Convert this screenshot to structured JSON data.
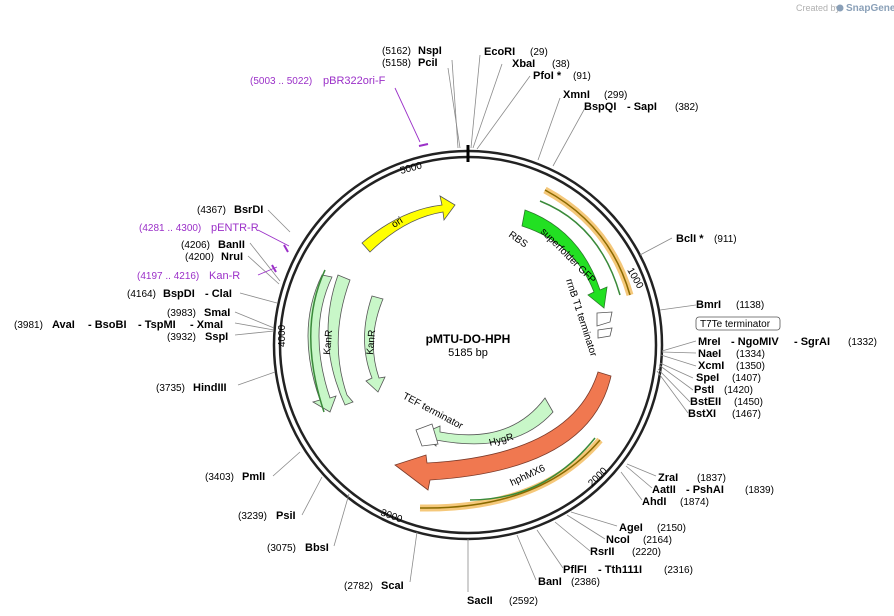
{
  "header": {
    "credit": "Created by",
    "brand": "SnapGene"
  },
  "plasmid": {
    "name": "pMTU-DO-HPH",
    "length": "5185 bp"
  },
  "ticks": [
    "1000",
    "2000",
    "3000",
    "4000",
    "5000"
  ],
  "sites": [
    {
      "pos": "(5162)",
      "enz": "NspI"
    },
    {
      "pos": "(5158)",
      "enz": "PciI"
    },
    {
      "pos": "(29)",
      "enz": "EcoRI"
    },
    {
      "pos": "(38)",
      "enz": "XbaI"
    },
    {
      "pos": "(91)",
      "enz": "PfoI *"
    },
    {
      "pos": "(299)",
      "enz": "XmnI"
    },
    {
      "pos": "(382)",
      "enz": "BspQI",
      "enz2": "- SapI"
    },
    {
      "pos": "(911)",
      "enz": "BclI *"
    },
    {
      "pos": "(1138)",
      "enz": "BmrI"
    },
    {
      "pos": "(1332)",
      "enz": "MreI",
      "enz2": "- NgoMIV",
      "enz3": "- SgrAI"
    },
    {
      "pos": "(1334)",
      "enz": "NaeI"
    },
    {
      "pos": "(1350)",
      "enz": "XcmI"
    },
    {
      "pos": "(1407)",
      "enz": "SpeI"
    },
    {
      "pos": "(1420)",
      "enz": "PstI"
    },
    {
      "pos": "(1450)",
      "enz": "BstEII"
    },
    {
      "pos": "(1467)",
      "enz": "BstXI"
    },
    {
      "pos": "(1837)",
      "enz": "ZraI"
    },
    {
      "pos": "(1839)",
      "enz": "AatII",
      "enz2": "- PshAI"
    },
    {
      "pos": "(1874)",
      "enz": "AhdI"
    },
    {
      "pos": "(2150)",
      "enz": "AgeI"
    },
    {
      "pos": "(2164)",
      "enz": "NcoI"
    },
    {
      "pos": "(2220)",
      "enz": "RsrII"
    },
    {
      "pos": "(2316)",
      "enz": "PflFI",
      "enz2": "- Tth111I"
    },
    {
      "pos": "(2386)",
      "enz": "BanI"
    },
    {
      "pos": "(2592)",
      "enz": "SacII"
    },
    {
      "pos": "(2782)",
      "enz": "ScaI"
    },
    {
      "pos": "(3075)",
      "enz": "BbsI"
    },
    {
      "pos": "(3239)",
      "enz": "PsiI"
    },
    {
      "pos": "(3403)",
      "enz": "PmlI"
    },
    {
      "pos": "(3735)",
      "enz": "HindIII"
    },
    {
      "pos": "(3932)",
      "enz": "SspI"
    },
    {
      "pos": "(3981)",
      "enz": "AvaI",
      "enz2": "- BsoBI",
      "enz3": "- TspMI",
      "enz4": "- XmaI"
    },
    {
      "pos": "(3983)",
      "enz": "SmaI"
    },
    {
      "pos": "(4164)",
      "enz": "BspDI",
      "enz2": "- ClaI"
    },
    {
      "pos": "(4200)",
      "enz": "NruI"
    },
    {
      "pos": "(4206)",
      "enz": "BanII"
    },
    {
      "pos": "(4367)",
      "enz": "BsrDI"
    }
  ],
  "primers": [
    {
      "pos": "(5003 .. 5022)",
      "name": "pBR322ori-F"
    },
    {
      "pos": "(4281 .. 4300)",
      "name": "pENTR-R"
    },
    {
      "pos": "(4197 .. 4216)",
      "name": "Kan-R"
    }
  ],
  "features": {
    "ori": "ori",
    "sfgfp": "superfolder GFP",
    "rbs": "RBS",
    "rrnb": "rrnB T1 terminator",
    "t7te": "T7Te terminator",
    "kanr_outer": "KanR",
    "kanr_inner": "KanR",
    "tef": "TEF terminator",
    "hygr": "HygR",
    "hphmx6": "hphMX6"
  },
  "colors": {
    "ori": "#ffff00",
    "sfgfp": "#22e022",
    "kanr": "#c8f7c8",
    "hygr": "#c8f7c8",
    "hphmx6": "#f07850",
    "terminator": "#ffffff",
    "primer": "#9b30c8",
    "highlight": "#f5c87a"
  }
}
